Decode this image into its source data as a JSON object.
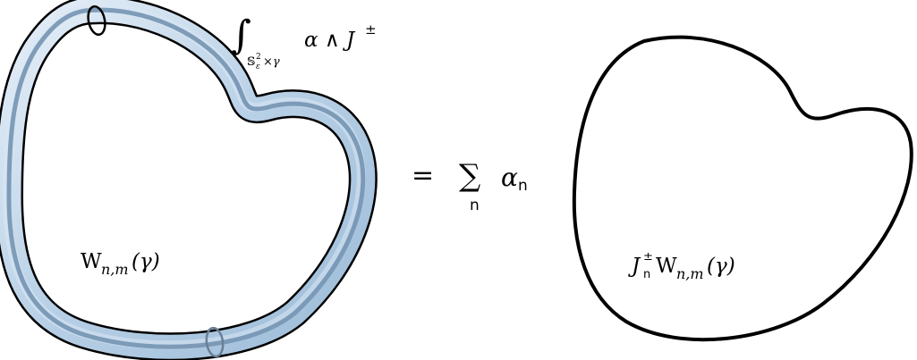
{
  "left_figure": {
    "label_main": "W",
    "label_sub": "n,m",
    "label_arg": "(γ)",
    "integral_sign": "∫",
    "integral_domain_S": "𝕊",
    "integral_domain_sup": "2",
    "integral_domain_sub": "ε",
    "integral_domain_rest": "×γ",
    "integrand": "α ∧ J",
    "integrand_sup": "±"
  },
  "equation": {
    "equals": "=",
    "sum_sign": "∑",
    "sum_index": "n",
    "alpha": "α",
    "alpha_sub": "n"
  },
  "right_figure": {
    "op": "J",
    "op_sup": "±",
    "op_sub": "n",
    "label_main": "W",
    "label_sub": "n,m",
    "label_arg": "(γ)"
  },
  "colors": {
    "tube_light": "#d7e6f3",
    "tube_mid": "#a9c6e0",
    "tube_core": "#6a8fb0",
    "outline": "#000000"
  }
}
